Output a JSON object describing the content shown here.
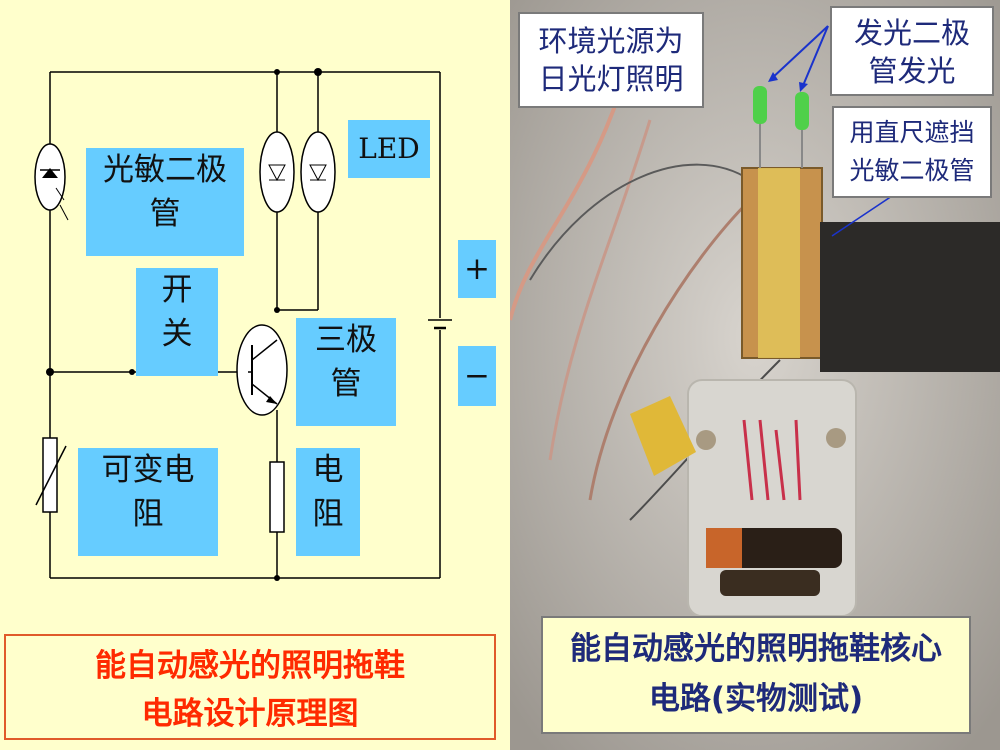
{
  "left_panel": {
    "labels": {
      "photodiode": "光敏二极管",
      "photodiode_line1": "光敏二极",
      "photodiode_line2": "管",
      "led": "LED",
      "switch_line1": "开",
      "switch_line2": "关",
      "transistor_line1": "三极",
      "transistor_line2": "管",
      "varres_line1": "可变电",
      "varres_line2": "阻",
      "res_line1": "电",
      "res_line2": "阻",
      "plus": "+",
      "minus": "−"
    },
    "caption_line1": "能自动感光的照明拖鞋",
    "caption_line2": "电路设计原理图"
  },
  "right_panel": {
    "tag_light_line1": "环境光源为",
    "tag_light_line2": "日光灯照明",
    "tag_led_line1": "发光二极",
    "tag_led_line2": "管发光",
    "tag_ruler_line1": "用直尺遮挡",
    "tag_ruler_line2": "光敏二极管",
    "caption_line1": "能自动感光的照明拖鞋核心",
    "caption_line2": "电路(实物测试)"
  },
  "colors": {
    "label_bg": "#66ccff",
    "left_bg": "#ffffcc",
    "caption_red": "#ff2a00",
    "caption_blue": "#1e2a7a",
    "arrow_blue": "#1a33cc"
  }
}
